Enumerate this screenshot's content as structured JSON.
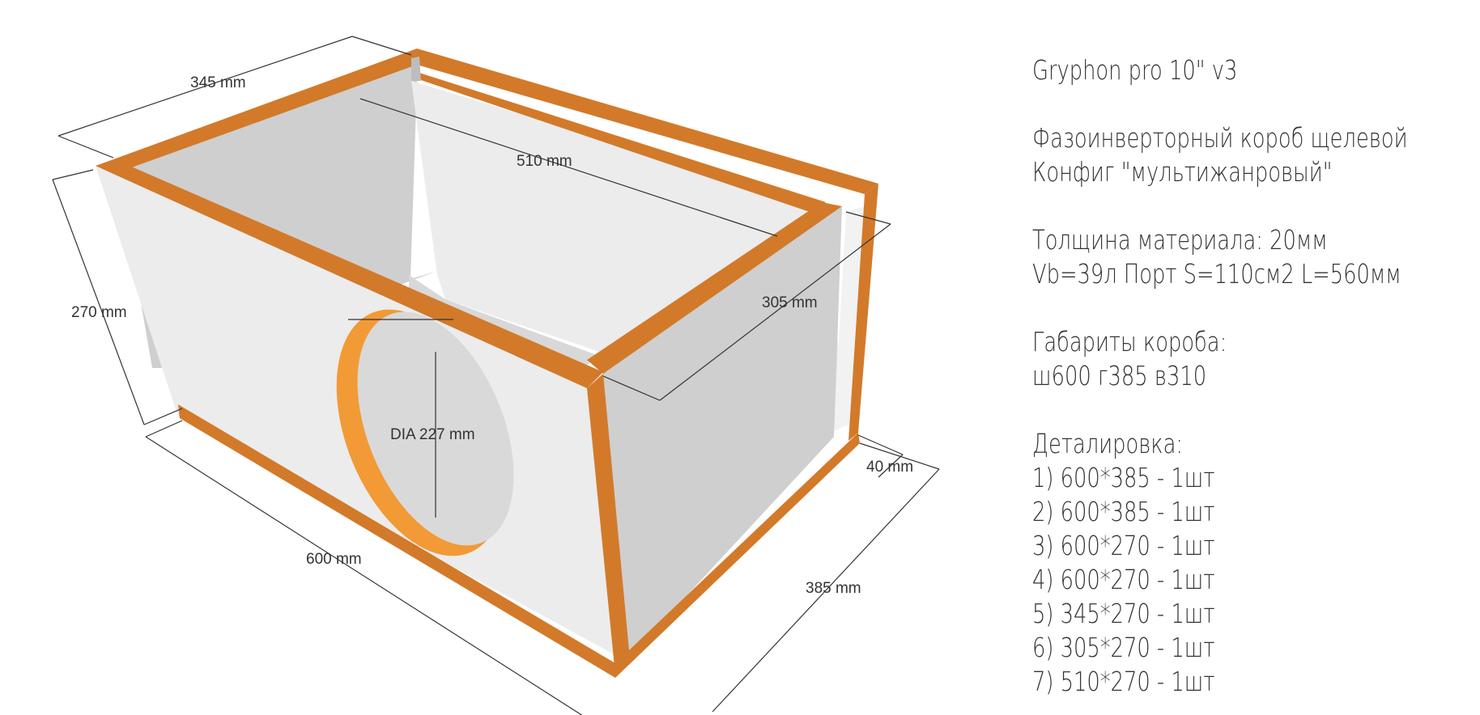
{
  "diagram": {
    "colors": {
      "edge_orange": "#D27A2A",
      "edge_orange_light": "#F29A36",
      "panel_light": "#ECECEC",
      "panel_mid": "#CFCFCF",
      "panel_dark": "#BDBDBD",
      "line": "#333333"
    },
    "dimensions": {
      "top_left_width": "345 mm",
      "inner_length": "510 mm",
      "height": "270 mm",
      "inner_depth": "305 mm",
      "cutout_diameter": "DIA 227 mm",
      "length": "600 mm",
      "depth": "385 mm",
      "slot_width": "40 mm"
    }
  },
  "notes": {
    "title": "Gryphon pro 10\" v3",
    "line1": "Фазоинверторный короб щелевой",
    "line2": "Конфиг \"мультижанровый\"",
    "line3": "Толщина материала: 20мм",
    "line4": "Vb=39л Порт S=110см2 L=560мм",
    "line5": "Габариты короба:",
    "line6": "ш600 г385 в310",
    "parts_heading": "Деталировка:",
    "parts": [
      "1) 600*385 - 1шт",
      "2) 600*385 - 1шт",
      "3) 600*270 - 1шт",
      "4) 600*270 - 1шт",
      "5) 345*270 - 1шт",
      "6) 305*270 - 1шт",
      "7) 510*270 - 1шт"
    ]
  }
}
